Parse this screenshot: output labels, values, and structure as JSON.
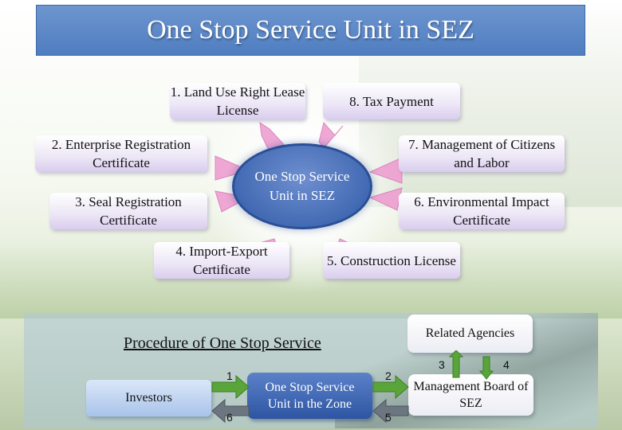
{
  "title": "One Stop Service Unit in SEZ",
  "center": "One Stop Service Unit in SEZ",
  "services": [
    {
      "id": 1,
      "text": "1. Land Use Right Lease License"
    },
    {
      "id": 2,
      "text": "2. Enterprise Registration Certificate"
    },
    {
      "id": 3,
      "text": "3. Seal Registration Certificate"
    },
    {
      "id": 4,
      "text": "4. Import-Export Certificate"
    },
    {
      "id": 5,
      "text": "5. Construction License"
    },
    {
      "id": 6,
      "text": "6. Environmental Impact Certificate"
    },
    {
      "id": 7,
      "text": "7. Management of Citizens and Labor"
    },
    {
      "id": 8,
      "text": "8. Tax Payment"
    }
  ],
  "procedure": {
    "title": "Procedure of One Stop Service",
    "investors": "Investors",
    "unit": "One Stop Service Unit in the Zone",
    "related": "Related Agencies",
    "management": "Management Board of SEZ",
    "steps": [
      "1",
      "2",
      "3",
      "4",
      "5",
      "6"
    ]
  },
  "colors": {
    "title_blue": "#4f7dc0",
    "center_blue": "#2f5aa6",
    "box_lavender": "#d9cdee",
    "arrow_pink": "#ee9fd1",
    "arrow_green": "#5aa53a",
    "arrow_gray": "#6c7680"
  }
}
